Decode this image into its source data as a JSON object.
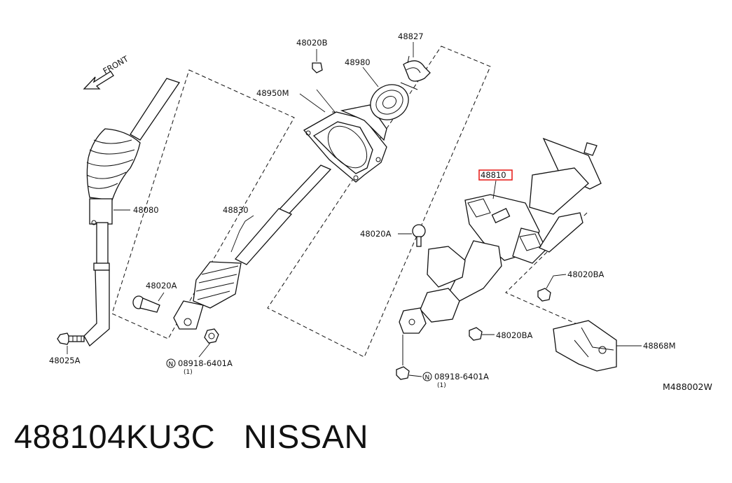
{
  "diagram": {
    "front_label": "FRONT",
    "figure_code": "M488002W",
    "labels": [
      "48020B",
      "48827",
      "48980",
      "48950M",
      "48080",
      "48830",
      "48020A",
      "48025A",
      "08918-6401A",
      "(1)",
      "48810",
      "48020A",
      "48020BA",
      "48020BA",
      "48868M",
      "08918-6401A",
      "(1)"
    ],
    "highlighted_part": "48810",
    "highlight_color": "#e8231f"
  },
  "caption": {
    "part_number": "488104KU3C",
    "brand": "NISSAN"
  }
}
